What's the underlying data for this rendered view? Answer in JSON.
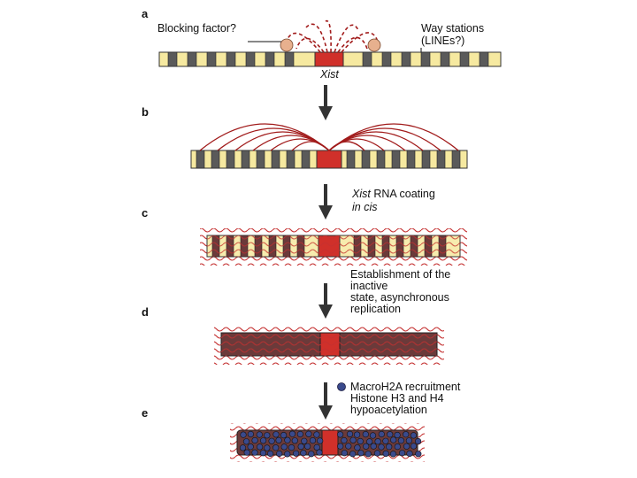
{
  "panels": {
    "a": {
      "letter": "a",
      "blocking_factor": "Blocking factor?",
      "way_stations_1": "Way stations",
      "way_stations_2": "(LINEs?)",
      "gene_label": "Xist"
    },
    "b": {
      "letter": "b"
    },
    "c": {
      "letter": "c"
    },
    "d": {
      "letter": "d"
    },
    "e": {
      "letter": "e"
    }
  },
  "steps": {
    "coating_1": "Xist",
    "coating_1b": " RNA coating",
    "coating_2": "in cis",
    "establish_1": "Establishment of the",
    "establish_2": "inactive",
    "establish_3": "state, asynchronous",
    "establish_4": "replication",
    "recruit_1": "MacroH2A recruitment",
    "recruit_2": "Histone H3 and H4",
    "recruit_3": "hypoacetylation"
  },
  "colors": {
    "chromosome_light": "#f6e9a0",
    "chromosome_band": "#555555",
    "xist_red": "#d0302a",
    "rna_dark_red": "#a11b1b",
    "inactive_body": "#6b3a3a",
    "macroh2a_blue": "#3a4a8c",
    "arrow": "#333333"
  }
}
